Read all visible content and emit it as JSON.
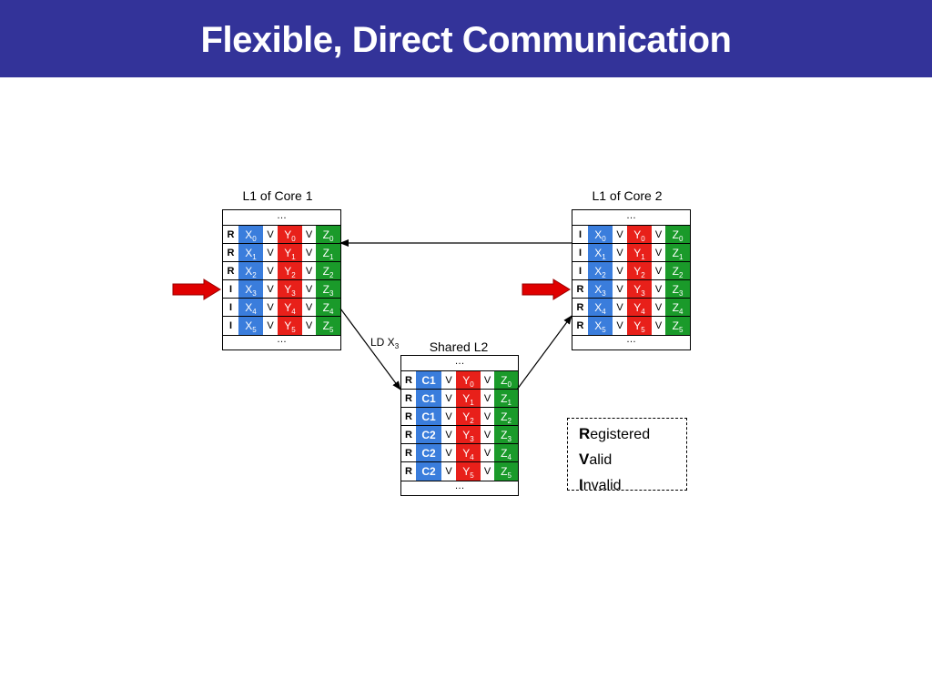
{
  "title": "Flexible, Direct Communication",
  "colors": {
    "title_bar": "#333399",
    "blue": "#3a7ddc",
    "red": "#e8201a",
    "green": "#1a9a2a",
    "arrow": "#e00000"
  },
  "ellipsis": "…",
  "l1_core1": {
    "label": "L1 of Core 1",
    "rows": [
      {
        "state": "R",
        "x": "X",
        "xs": "0",
        "v1": "V",
        "y": "Y",
        "ys": "0",
        "v2": "V",
        "z": "Z",
        "zs": "0"
      },
      {
        "state": "R",
        "x": "X",
        "xs": "1",
        "v1": "V",
        "y": "Y",
        "ys": "1",
        "v2": "V",
        "z": "Z",
        "zs": "1"
      },
      {
        "state": "R",
        "x": "X",
        "xs": "2",
        "v1": "V",
        "y": "Y",
        "ys": "2",
        "v2": "V",
        "z": "Z",
        "zs": "2"
      },
      {
        "state": "I",
        "x": "X",
        "xs": "3",
        "v1": "V",
        "y": "Y",
        "ys": "3",
        "v2": "V",
        "z": "Z",
        "zs": "3"
      },
      {
        "state": "I",
        "x": "X",
        "xs": "4",
        "v1": "V",
        "y": "Y",
        "ys": "4",
        "v2": "V",
        "z": "Z",
        "zs": "4"
      },
      {
        "state": "I",
        "x": "X",
        "xs": "5",
        "v1": "V",
        "y": "Y",
        "ys": "5",
        "v2": "V",
        "z": "Z",
        "zs": "5"
      }
    ]
  },
  "l1_core2": {
    "label": "L1 of Core 2",
    "rows": [
      {
        "state": "I",
        "x": "X",
        "xs": "0",
        "v1": "V",
        "y": "Y",
        "ys": "0",
        "v2": "V",
        "z": "Z",
        "zs": "0"
      },
      {
        "state": "I",
        "x": "X",
        "xs": "1",
        "v1": "V",
        "y": "Y",
        "ys": "1",
        "v2": "V",
        "z": "Z",
        "zs": "1"
      },
      {
        "state": "I",
        "x": "X",
        "xs": "2",
        "v1": "V",
        "y": "Y",
        "ys": "2",
        "v2": "V",
        "z": "Z",
        "zs": "2"
      },
      {
        "state": "R",
        "x": "X",
        "xs": "3",
        "v1": "V",
        "y": "Y",
        "ys": "3",
        "v2": "V",
        "z": "Z",
        "zs": "3"
      },
      {
        "state": "R",
        "x": "X",
        "xs": "4",
        "v1": "V",
        "y": "Y",
        "ys": "4",
        "v2": "V",
        "z": "Z",
        "zs": "4"
      },
      {
        "state": "R",
        "x": "X",
        "xs": "5",
        "v1": "V",
        "y": "Y",
        "ys": "5",
        "v2": "V",
        "z": "Z",
        "zs": "5"
      }
    ]
  },
  "shared_l2": {
    "label": "Shared L2",
    "rows": [
      {
        "state": "R",
        "owner": "C1",
        "v1": "V",
        "y": "Y",
        "ys": "0",
        "v2": "V",
        "z": "Z",
        "zs": "0"
      },
      {
        "state": "R",
        "owner": "C1",
        "v1": "V",
        "y": "Y",
        "ys": "1",
        "v2": "V",
        "z": "Z",
        "zs": "1"
      },
      {
        "state": "R",
        "owner": "C1",
        "v1": "V",
        "y": "Y",
        "ys": "2",
        "v2": "V",
        "z": "Z",
        "zs": "2"
      },
      {
        "state": "R",
        "owner": "C2",
        "v1": "V",
        "y": "Y",
        "ys": "3",
        "v2": "V",
        "z": "Z",
        "zs": "3"
      },
      {
        "state": "R",
        "owner": "C2",
        "v1": "V",
        "y": "Y",
        "ys": "4",
        "v2": "V",
        "z": "Z",
        "zs": "4"
      },
      {
        "state": "R",
        "owner": "C2",
        "v1": "V",
        "y": "Y",
        "ys": "5",
        "v2": "V",
        "z": "Z",
        "zs": "5"
      }
    ]
  },
  "ld_label": {
    "text": "LD X",
    "sub": "3"
  },
  "legend": [
    {
      "initial": "R",
      "rest": "egistered"
    },
    {
      "initial": "V",
      "rest": "alid"
    },
    {
      "initial": "I",
      "rest": "nvalid"
    }
  ]
}
